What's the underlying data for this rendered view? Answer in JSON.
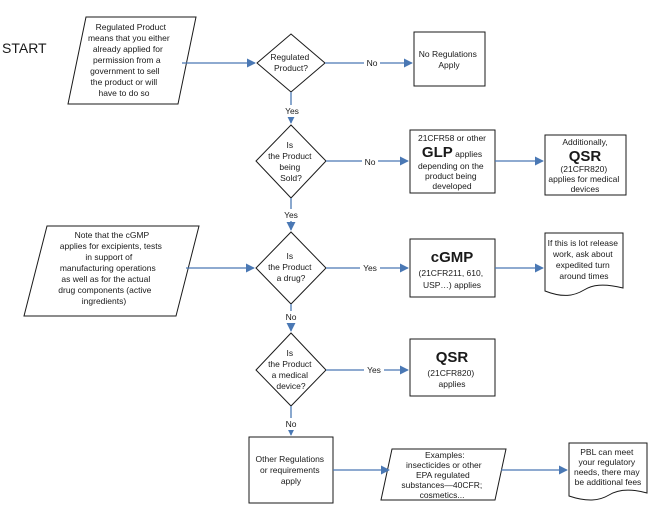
{
  "start_label": "START",
  "notes": {
    "regulated_product": [
      "Regulated Product",
      "means that you either",
      "already applied for",
      "permission from a",
      "government to sell",
      "the product or will",
      "have to do so"
    ],
    "cgmp_note": [
      "Note that the cGMP",
      "applies for excipients, tests",
      "in support of",
      "manufacturing operations",
      "as well as for the actual",
      "drug components (active",
      "ingredients)"
    ],
    "examples": [
      "Examples:",
      "insecticides or other",
      "EPA regulated",
      "substances—40CFR;",
      "cosmetics..."
    ]
  },
  "decisions": {
    "regulated": [
      "Regulated",
      "Product?"
    ],
    "sold": [
      "Is",
      "the Product",
      "being",
      "Sold?"
    ],
    "drug": [
      "Is",
      "the Product",
      "a drug?"
    ],
    "device": [
      "Is",
      "the Product",
      "a medical",
      "device?"
    ]
  },
  "boxes": {
    "no_regulations": [
      "No Regulations",
      "Apply"
    ],
    "glp": {
      "pre": "21CFR58 or other",
      "big": "GLP",
      "suffix": " applies",
      "post": [
        "depending on the",
        "product being",
        "developed"
      ]
    },
    "qsr_additional": {
      "pre": "Additionally,",
      "big": "QSR",
      "post": [
        "(21CFR820)",
        "applies for medical",
        "devices"
      ]
    },
    "cgmp": {
      "big": "cGMP",
      "post": [
        "(21CFR211, 610,",
        "USP…) applies"
      ]
    },
    "qsr": {
      "big": "QSR",
      "post": [
        "(21CFR820)",
        "applies"
      ]
    },
    "other_regs": [
      "Other Regulations",
      "or requirements",
      "apply"
    ]
  },
  "documents": {
    "lot_release": [
      "If this is lot release",
      "work, ask about",
      "expedited turn",
      "around times"
    ],
    "pbl": [
      "PBL can meet",
      "your regulatory",
      "needs, there may",
      "be additional fees"
    ]
  },
  "edge_labels": {
    "regulated_no": "No",
    "regulated_yes": "Yes",
    "sold_no": "No",
    "sold_yes": "Yes",
    "drug_yes": "Yes",
    "drug_no": "No",
    "device_yes": "Yes",
    "device_no": "No"
  }
}
